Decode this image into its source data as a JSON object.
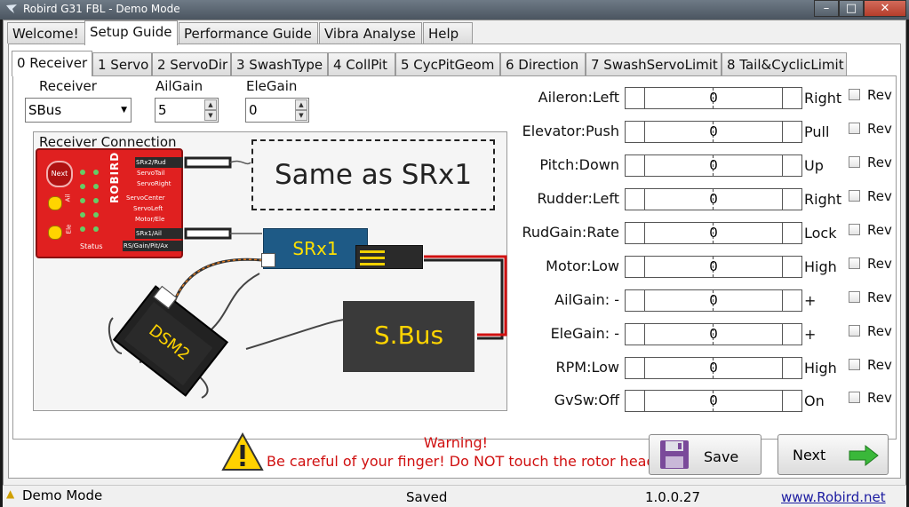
{
  "window": {
    "title": "Robird G31 FBL - Demo Mode",
    "controls": [
      "–",
      "□",
      "✕"
    ]
  },
  "main_tabs": [
    "Welcome!",
    "Setup Guide",
    "Performance Guide",
    "Vibra Analyse",
    "Help"
  ],
  "active_main_tab": "Setup Guide",
  "sub_tabs": [
    "0 Receiver",
    "1 Servo",
    "2 ServoDir",
    "3 SwashType",
    "4 CollPit",
    "5 CycPitGeom",
    "6 Direction",
    "7 SwashServoLimit",
    "8 Tail&CyclicLimit"
  ],
  "active_sub_tab": "0 Receiver",
  "receiver": {
    "label": "Receiver",
    "value": "SBus"
  },
  "ailgain": {
    "label": "AilGain",
    "value": "5"
  },
  "elegain": {
    "label": "EleGain",
    "value": "0"
  },
  "connection": {
    "title": "Receiver Connection",
    "same_as": "Same as SRx1",
    "srx1": "SRx1",
    "sbus": "S.Bus",
    "dsm2": "DSM2",
    "board_brand": "ROBIRD",
    "board_pins": [
      "SRx2/Rud",
      "ServoTail",
      "ServoRight",
      "ServoCenter",
      "ServoLeft",
      "Motor/Ele",
      "SRx1/Ail",
      "RS/Gain/Pit/Ax"
    ],
    "board_next": "Next",
    "board_status": "Status",
    "board_side": [
      "Ail",
      "Ele"
    ]
  },
  "channels": [
    {
      "left": "Aileron:Left",
      "value": "0",
      "right": "Right",
      "rev": "Rev"
    },
    {
      "left": "Elevator:Push",
      "value": "0",
      "right": "Pull",
      "rev": "Rev"
    },
    {
      "left": "Pitch:Down",
      "value": "0",
      "right": "Up",
      "rev": "Rev"
    },
    {
      "left": "Rudder:Left",
      "value": "0",
      "right": "Right",
      "rev": "Rev"
    },
    {
      "left": "RudGain:Rate",
      "value": "0",
      "right": "Lock",
      "rev": "Rev"
    },
    {
      "left": "Motor:Low",
      "value": "0",
      "right": "High",
      "rev": "Rev"
    },
    {
      "left": "AilGain: -",
      "value": "0",
      "right": "+",
      "rev": "Rev"
    },
    {
      "left": "EleGain: -",
      "value": "0",
      "right": "+",
      "rev": "Rev"
    },
    {
      "left": "RPM:Low",
      "value": "0",
      "right": "High",
      "rev": "Rev"
    },
    {
      "left": "GvSw:Off",
      "value": "0",
      "right": "On",
      "rev": "Rev"
    }
  ],
  "warning": {
    "title": "Warning!",
    "text": "Be careful of your finger! Do NOT touch the rotor head!"
  },
  "buttons": {
    "save": "Save",
    "next": "Next"
  },
  "status": {
    "mode": "Demo Mode",
    "saved": "Saved",
    "version": "1.0.0.27",
    "link": "www.Robird.net"
  },
  "colors": {
    "board": "#e02020",
    "srx1": "#1e5a86",
    "sbus": "#3a3a3a",
    "warning_text": "#d01010",
    "accent_link": "#1a1aa0",
    "next_arrow": "#3ab83a"
  },
  "icons": [
    "app-icon",
    "warning-icon",
    "save-disk-icon",
    "next-arrow-icon",
    "dropdown-arrow-icon"
  ]
}
